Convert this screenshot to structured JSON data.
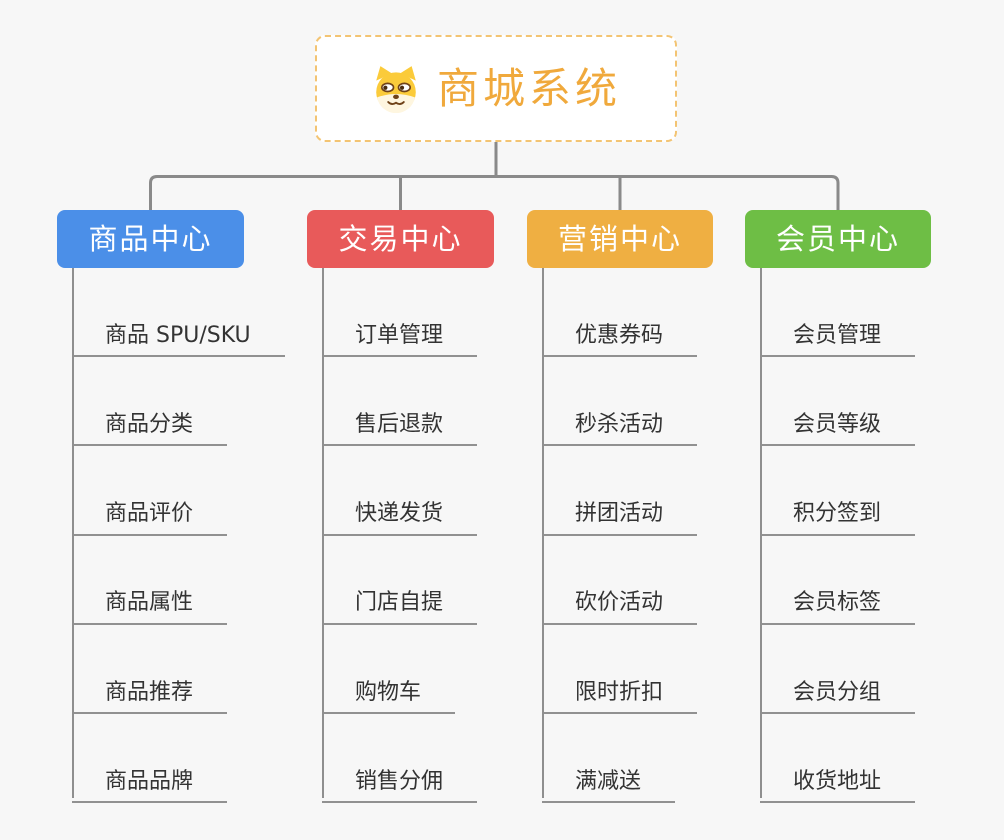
{
  "root": {
    "title": "商城系统",
    "icon": "dog-face-icon",
    "text_color": "#f0a93c",
    "border_color": "#f3c473"
  },
  "connector_color": "#8a8a8a",
  "line_color": "#919191",
  "background_color": "#f7f7f7",
  "branches": [
    {
      "label": "商品中心",
      "color": "#4b8fe8",
      "children": [
        "商品 SPU/SKU",
        "商品分类",
        "商品评价",
        "商品属性",
        "商品推荐",
        "商品品牌"
      ]
    },
    {
      "label": "交易中心",
      "color": "#e85a5a",
      "children": [
        "订单管理",
        "售后退款",
        "快递发货",
        "门店自提",
        "购物车",
        "销售分佣"
      ]
    },
    {
      "label": "营销中心",
      "color": "#efaf42",
      "children": [
        "优惠券码",
        "秒杀活动",
        "拼团活动",
        "砍价活动",
        "限时折扣",
        "满减送"
      ]
    },
    {
      "label": "会员中心",
      "color": "#6ebe45",
      "children": [
        "会员管理",
        "会员等级",
        "积分签到",
        "会员标签",
        "会员分组",
        "收货地址"
      ]
    }
  ]
}
